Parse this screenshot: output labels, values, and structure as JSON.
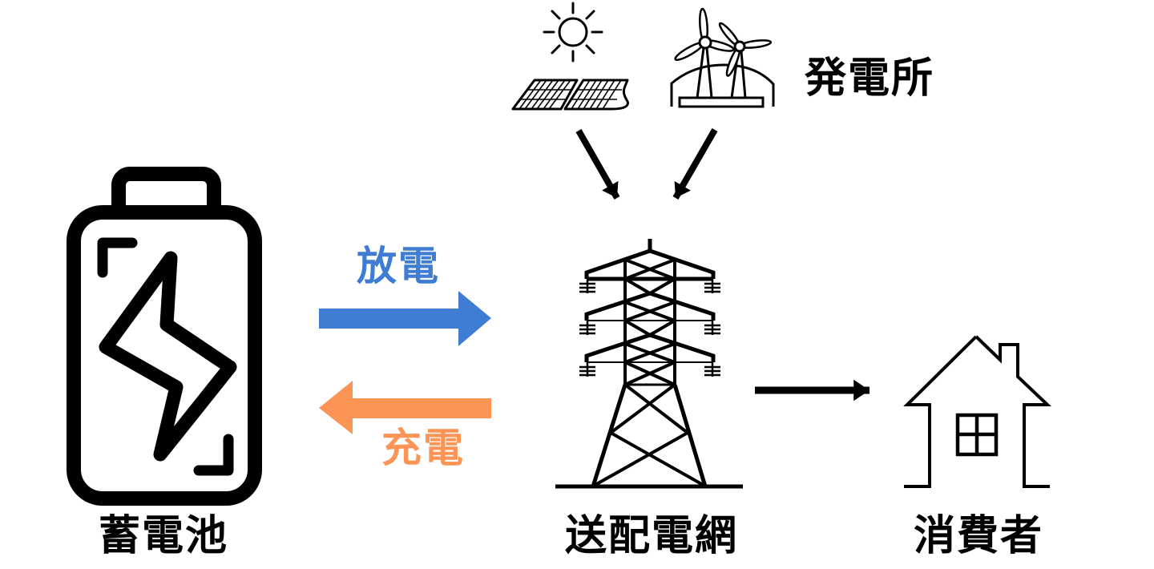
{
  "background_color": "#ffffff",
  "nodes": {
    "power_plant": {
      "label": "発電所",
      "icons": [
        "sun-icon",
        "solar-panels-icon",
        "wind-turbines-icon"
      ]
    },
    "battery": {
      "label": "蓄電池",
      "icon": "battery-lightning-icon"
    },
    "grid": {
      "label": "送配電網",
      "icon": "transmission-tower-icon"
    },
    "consumer": {
      "label": "消費者",
      "icon": "house-icon"
    }
  },
  "flows": {
    "discharge": {
      "label": "放電",
      "color": "#3f7dd4",
      "from": "battery",
      "to": "grid"
    },
    "charge": {
      "label": "充電",
      "color": "#fb9455",
      "from": "grid",
      "to": "battery"
    },
    "generation": {
      "color": "#000000",
      "from": "power_plant",
      "to": "grid"
    },
    "supply": {
      "color": "#000000",
      "from": "grid",
      "to": "consumer"
    }
  }
}
